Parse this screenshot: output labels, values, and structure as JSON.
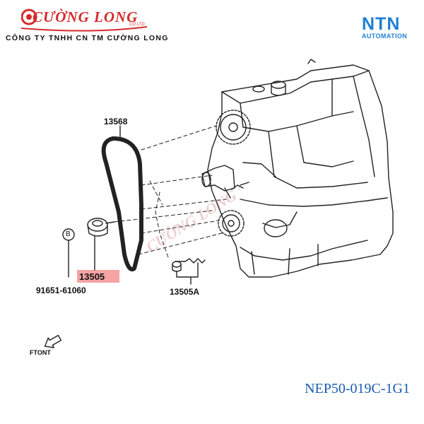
{
  "brand": {
    "logo_text": "CƯỜNG LONG",
    "logo_subtext": "CO LTD",
    "company_name": "CÔNG TY TNHH CN TM CƯỜNG LONG",
    "accent_color": "#d52b2b"
  },
  "ntn": {
    "main": "NTN",
    "sub": "AUTOMATION",
    "color": "#1f7fd4"
  },
  "diagram": {
    "labels": {
      "belt": "13568",
      "tensioner": "13505",
      "bolt": "91651-61060",
      "spring": "13505A",
      "bolt_marker": "B",
      "front": "FTONT"
    },
    "highlight_color": "#f5a3a3"
  },
  "watermark": "CƯỜNG LONG",
  "part_number": "NEP50-019C-1G1"
}
